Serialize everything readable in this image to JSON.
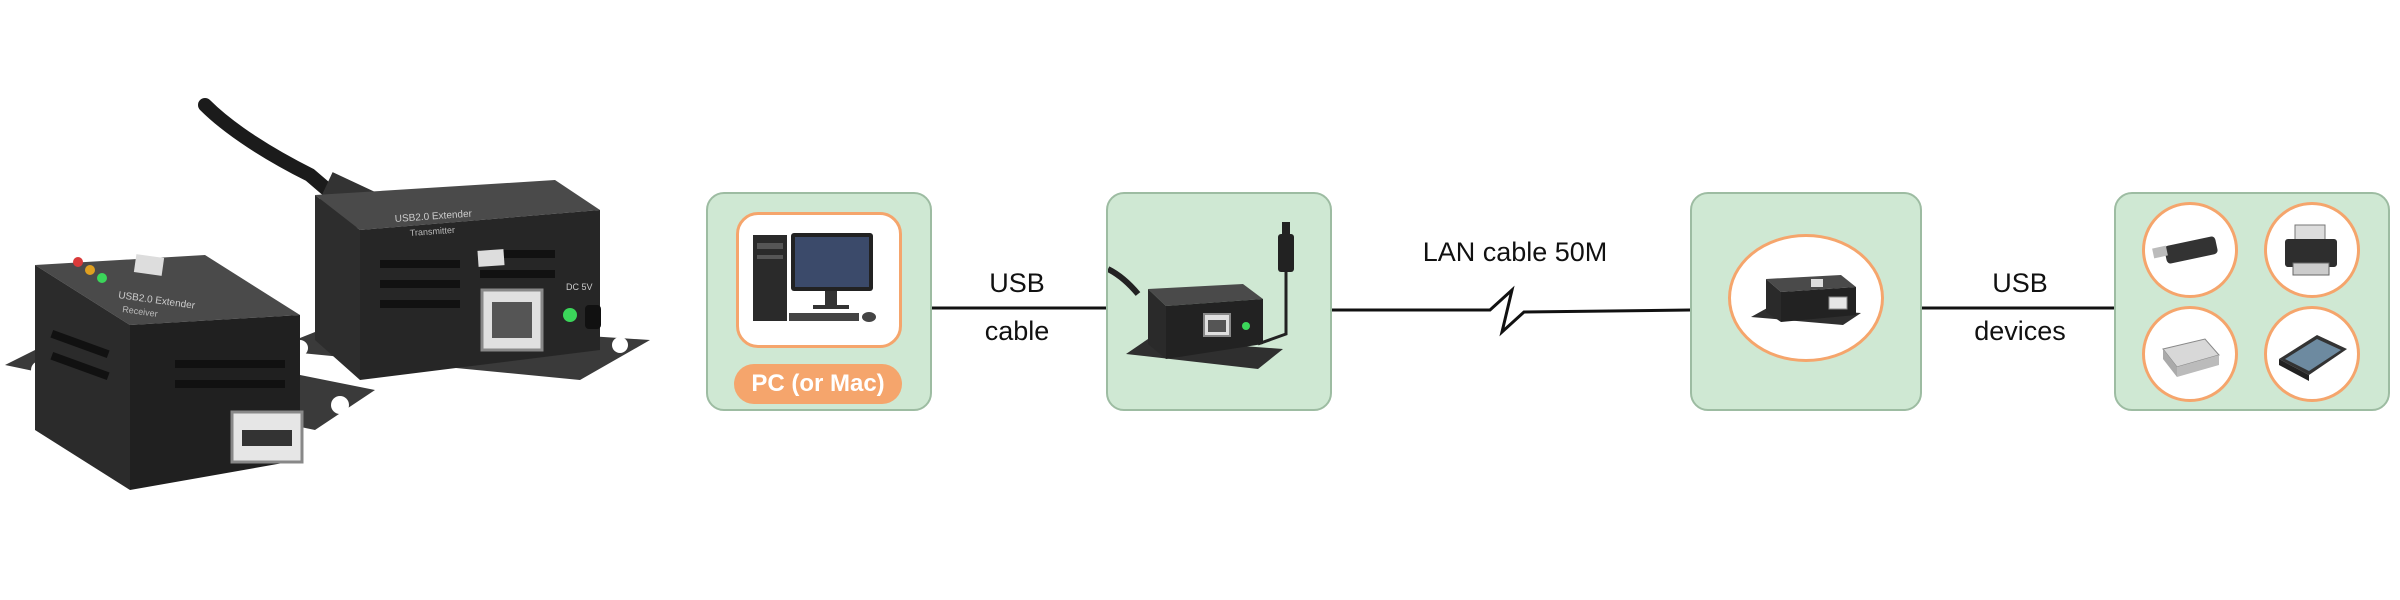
{
  "diagram": {
    "pc_label": "PC (or Mac)",
    "usb_cable_line1": "USB",
    "usb_cable_line2": "cable",
    "lan_label": "LAN cable 50M",
    "usb_devices_line1": "USB",
    "usb_devices_line2": "devices",
    "receiver_logo_text": "USB2.0 Extender",
    "receiver_sub_text": "Receiver",
    "transmitter_logo_text": "USB2.0 Extender",
    "transmitter_sub_text": "Transmitter",
    "power_port_text": "DC 5V"
  },
  "colors": {
    "panel_fill": "#cfe8d3",
    "panel_border": "#9dbca2",
    "accent_orange": "#f5a56c",
    "device_body": "#2a2a2a"
  }
}
